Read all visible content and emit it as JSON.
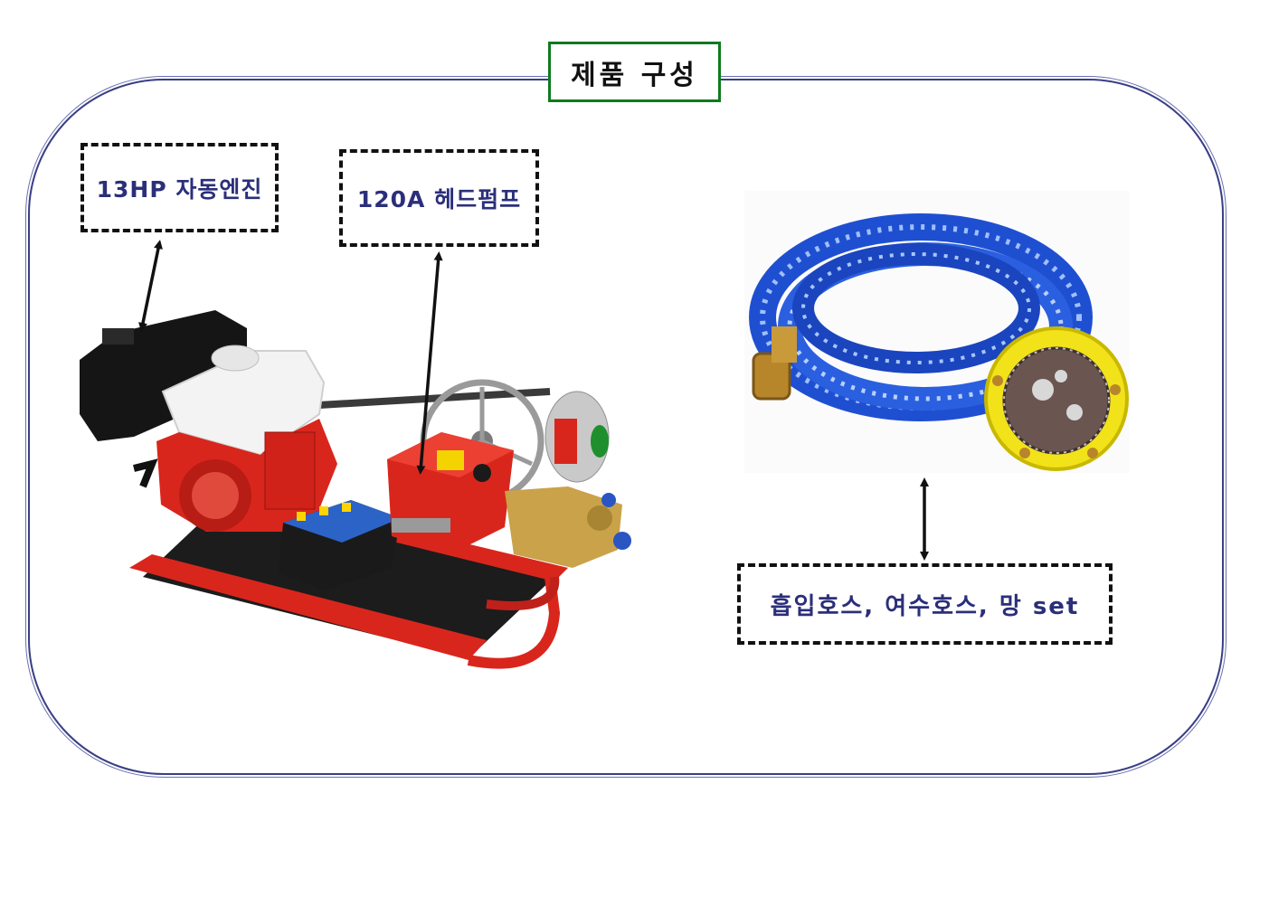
{
  "title": "제품 구성",
  "labels": {
    "engine": "13HP 자동엔진",
    "pump": "120A 헤드펌프",
    "hose": "흡입호스, 여수호스, 망 set"
  },
  "colors": {
    "frame": "#3a3f86",
    "title_border": "#0f7a1f",
    "label_text": "#2b2f7a",
    "machine_red": "#d9261c",
    "hose_blue": "#1f4fd1",
    "filter_yellow": "#f2e21a"
  }
}
